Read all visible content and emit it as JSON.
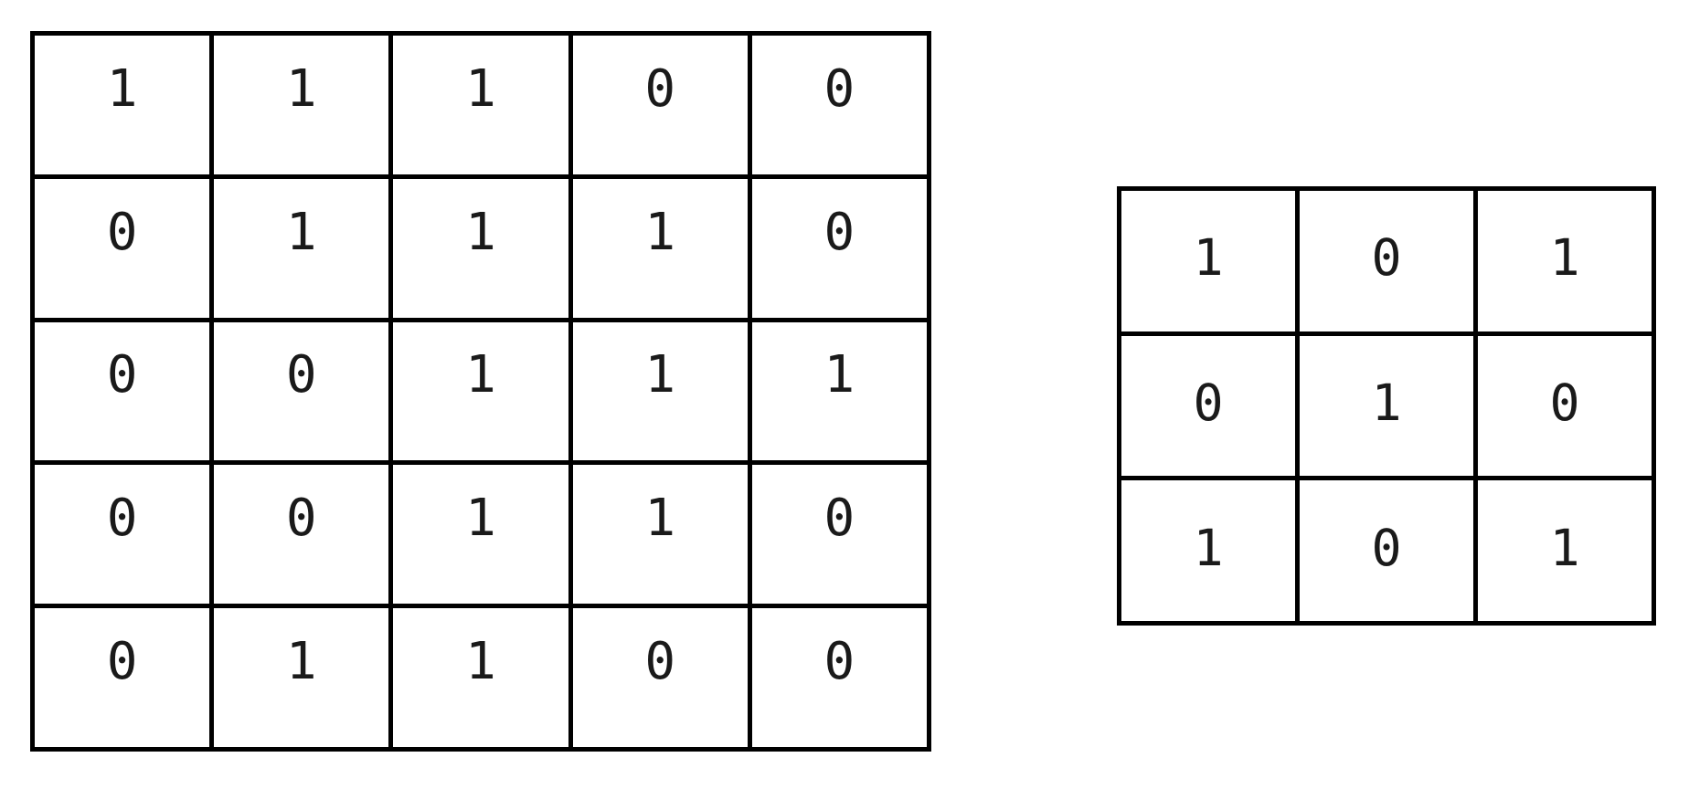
{
  "page": {
    "background_color": "#ffffff",
    "line_color": "#000000",
    "digit_color": "#1a1a1a"
  },
  "matrices": [
    {
      "name": "input-matrix",
      "rows": 5,
      "cols": 5,
      "cells": [
        [
          "1",
          "1",
          "1",
          "0",
          "0"
        ],
        [
          "0",
          "1",
          "1",
          "1",
          "0"
        ],
        [
          "0",
          "0",
          "1",
          "1",
          "1"
        ],
        [
          "0",
          "0",
          "1",
          "1",
          "0"
        ],
        [
          "0",
          "1",
          "1",
          "0",
          "0"
        ]
      ]
    },
    {
      "name": "kernel-matrix",
      "rows": 3,
      "cols": 3,
      "cells": [
        [
          "1",
          "0",
          "1"
        ],
        [
          "0",
          "1",
          "0"
        ],
        [
          "1",
          "0",
          "1"
        ]
      ]
    }
  ],
  "chart_data": {
    "type": "table",
    "title": "",
    "tables": [
      {
        "name": "input-matrix",
        "shape": [
          5,
          5
        ],
        "values": [
          [
            1,
            1,
            1,
            0,
            0
          ],
          [
            0,
            1,
            1,
            1,
            0
          ],
          [
            0,
            0,
            1,
            1,
            1
          ],
          [
            0,
            0,
            1,
            1,
            0
          ],
          [
            0,
            1,
            1,
            0,
            0
          ]
        ]
      },
      {
        "name": "kernel-matrix",
        "shape": [
          3,
          3
        ],
        "values": [
          [
            1,
            0,
            1
          ],
          [
            0,
            1,
            0
          ],
          [
            1,
            0,
            1
          ]
        ]
      }
    ]
  }
}
